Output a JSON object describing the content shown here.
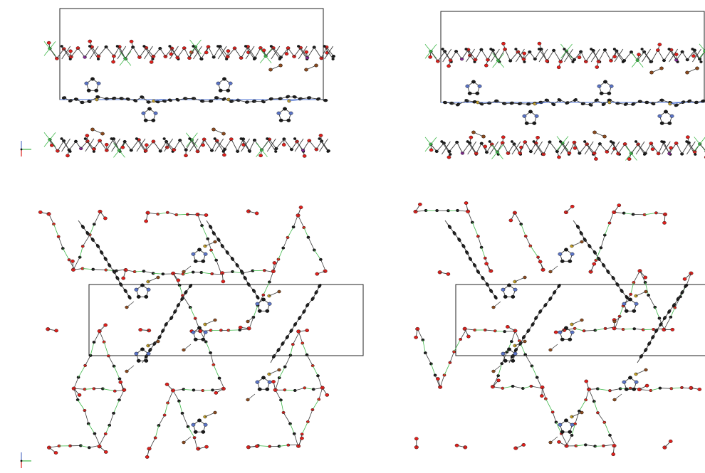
{
  "figure": {
    "panels": [
      {
        "id": "a",
        "view": "side",
        "seed": 11
      },
      {
        "id": "b",
        "view": "side",
        "seed": 23
      },
      {
        "id": "c",
        "view": "top",
        "seed": 37
      },
      {
        "id": "d",
        "view": "top",
        "seed": 53
      }
    ],
    "axes_indicators": [
      {
        "id": "axes-upper"
      },
      {
        "id": "axes-lower"
      }
    ],
    "colors": {
      "carbon": "#1a1a1a",
      "oxygen": "#e0201c",
      "nitrogen": "#5b74c6",
      "bromine": "#8a4a1f",
      "metal_green": "#3fb84a",
      "metal_purple": "#8a2a9a",
      "metal_gold": "#c9a227",
      "bond": "#3a3a3a",
      "cell_edge": "#222222",
      "blue_bond": "#4a6fd1"
    }
  }
}
